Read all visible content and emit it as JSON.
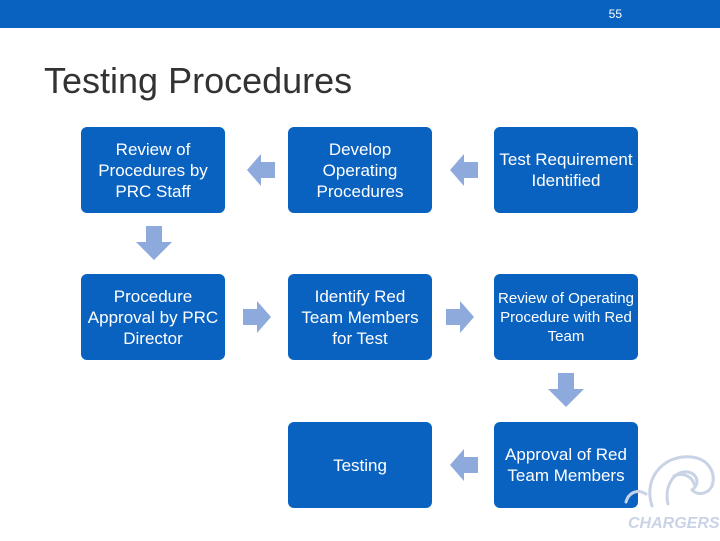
{
  "slide": {
    "number": "55",
    "title": "Testing Procedures"
  },
  "boxes": {
    "review_procedures": "Review of Procedures by PRC Staff",
    "develop_procedures": "Develop Operating Procedures",
    "test_requirement": "Test Requirement Identified",
    "procedure_approval": "Procedure Approval by PRC Director",
    "identify_red_team": "Identify Red Team Members for Test",
    "review_red_team": "Review of Operating Procedure with Red Team",
    "testing": "Testing",
    "approval_red_team": "Approval of Red Team Members"
  },
  "logo": {
    "text": "CHARGERS"
  },
  "colors": {
    "accent": "#0a62c0",
    "arrow": "#8ea9db"
  },
  "icons": {
    "arrow_left": "arrow-left-icon",
    "arrow_right": "arrow-right-icon",
    "arrow_down": "arrow-down-icon"
  }
}
